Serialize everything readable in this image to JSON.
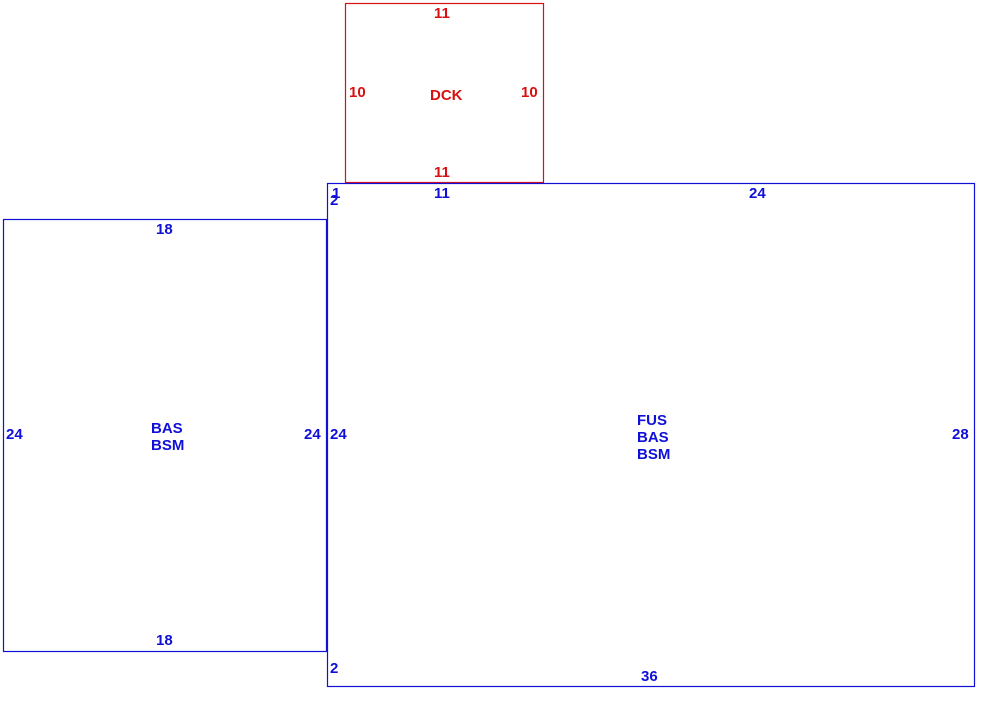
{
  "colors": {
    "living_area": "#1010d8",
    "deck": "#d81010"
  },
  "areas": {
    "deck": {
      "lines": [
        "DCK"
      ],
      "dims": {
        "top": "11",
        "left": "10",
        "right": "10",
        "bottom": "11"
      }
    },
    "west_section": {
      "lines": [
        "BAS",
        "BSM"
      ],
      "dims": {
        "top": "18",
        "left": "24",
        "right": "24",
        "bottom": "18"
      }
    },
    "main_section": {
      "lines": [
        "FUS",
        "BAS",
        "BSM"
      ],
      "dims": {
        "top_left": "11",
        "top_right": "24",
        "left": "24",
        "right": "28",
        "bottom": "36",
        "jog_top_a": "1",
        "jog_top_b": "2",
        "jog_bottom": "2"
      }
    }
  }
}
